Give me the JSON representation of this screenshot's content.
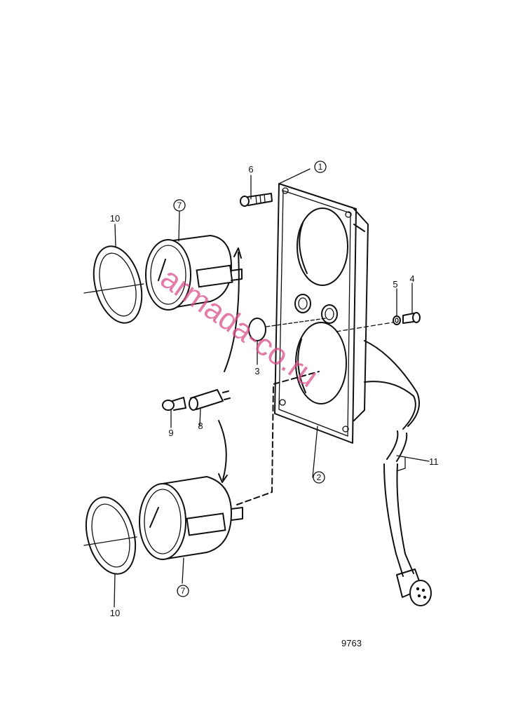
{
  "labels": {
    "part_1": "1",
    "part_2": "2",
    "part_3": "3",
    "part_4": "4",
    "part_5": "5",
    "part_6": "6",
    "part_7_upper": "7",
    "part_7_lower": "7",
    "part_8": "8",
    "part_9": "9",
    "part_10_upper": "10",
    "part_10_lower": "10",
    "part_11": "11"
  },
  "figure_number": "9763",
  "watermark": "armada-co.ru",
  "colors": {
    "line": "#111111",
    "watermark": "#d94f8a",
    "background": "#ffffff"
  }
}
